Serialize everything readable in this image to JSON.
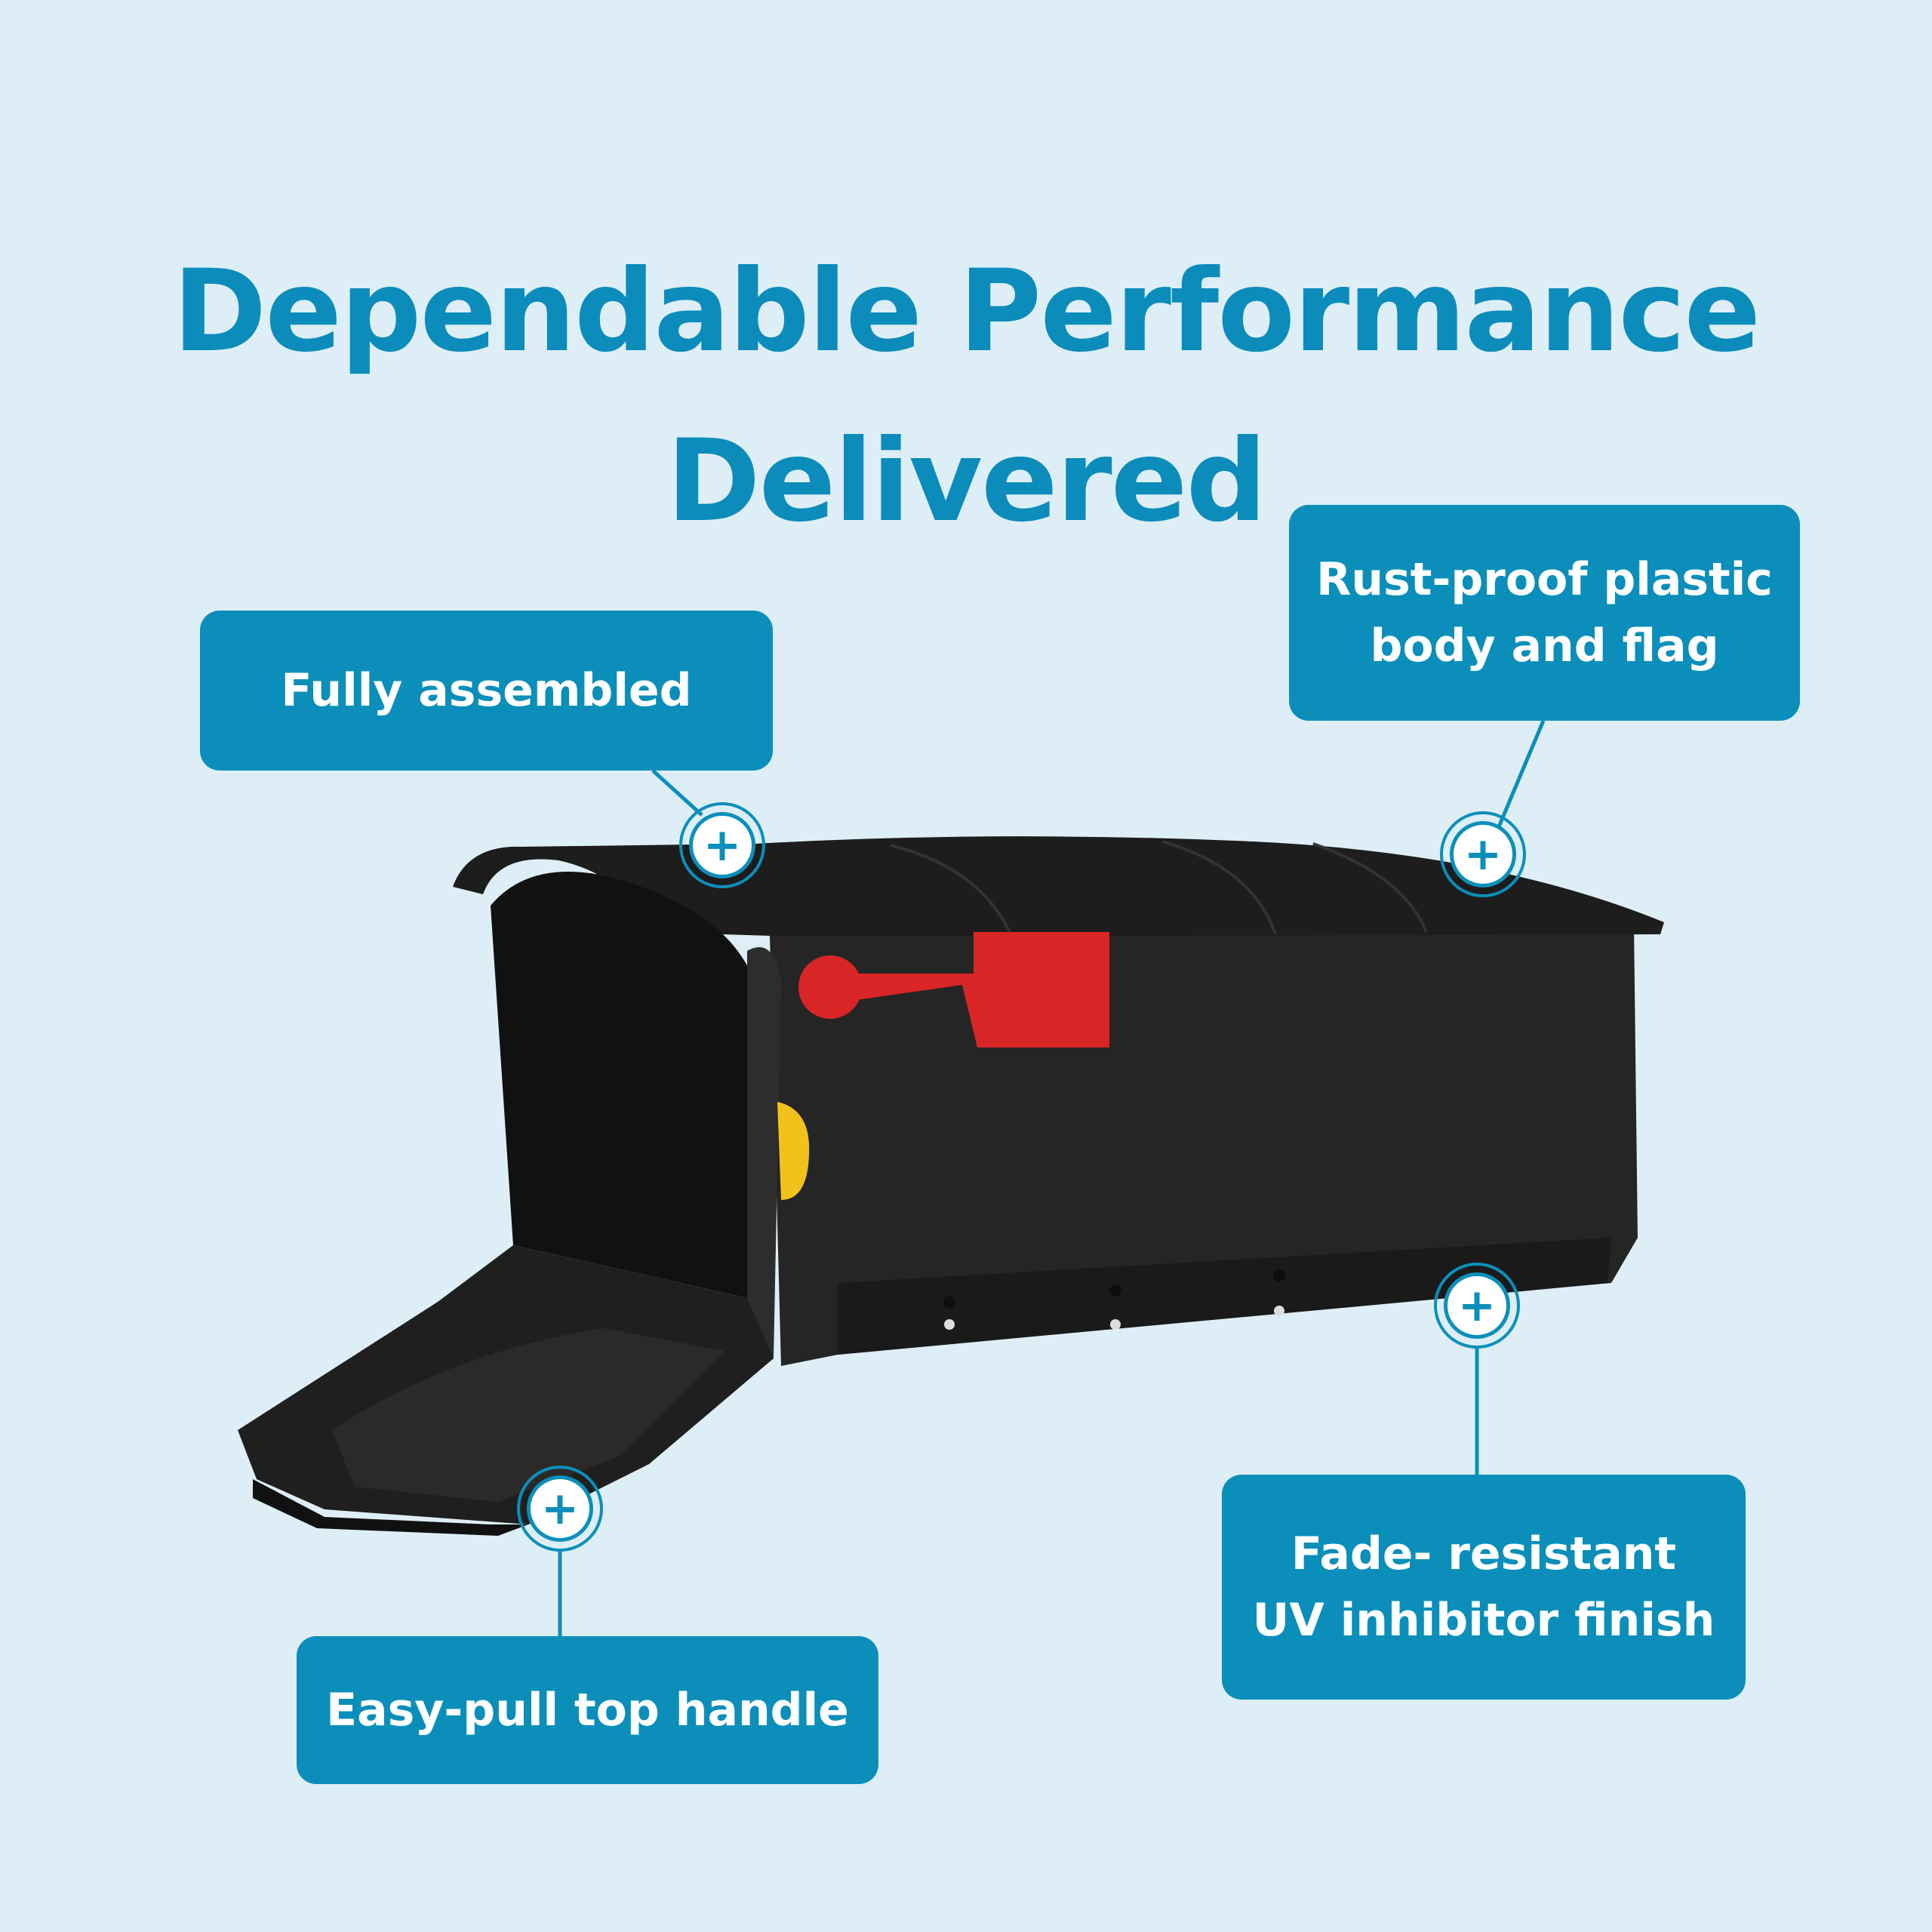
{
  "headline": {
    "line1": "Dependable Performance",
    "line2": "Delivered"
  },
  "colors": {
    "background": "#deeef6",
    "accent": "#0b8fba",
    "mailbox_body": "#222222",
    "flag": "#d92526",
    "latch": "#f1c21b"
  },
  "callouts": {
    "assembled": {
      "line1": "Fully assembled"
    },
    "rust_proof": {
      "line1": "Rust-proof plastic",
      "line2": "body and flag"
    },
    "handle": {
      "line1": "Easy-pull top handle"
    },
    "fade": {
      "line1": "Fade- resistant",
      "line2": "UV inhibitor finish"
    }
  },
  "hotspot_symbol": "+"
}
